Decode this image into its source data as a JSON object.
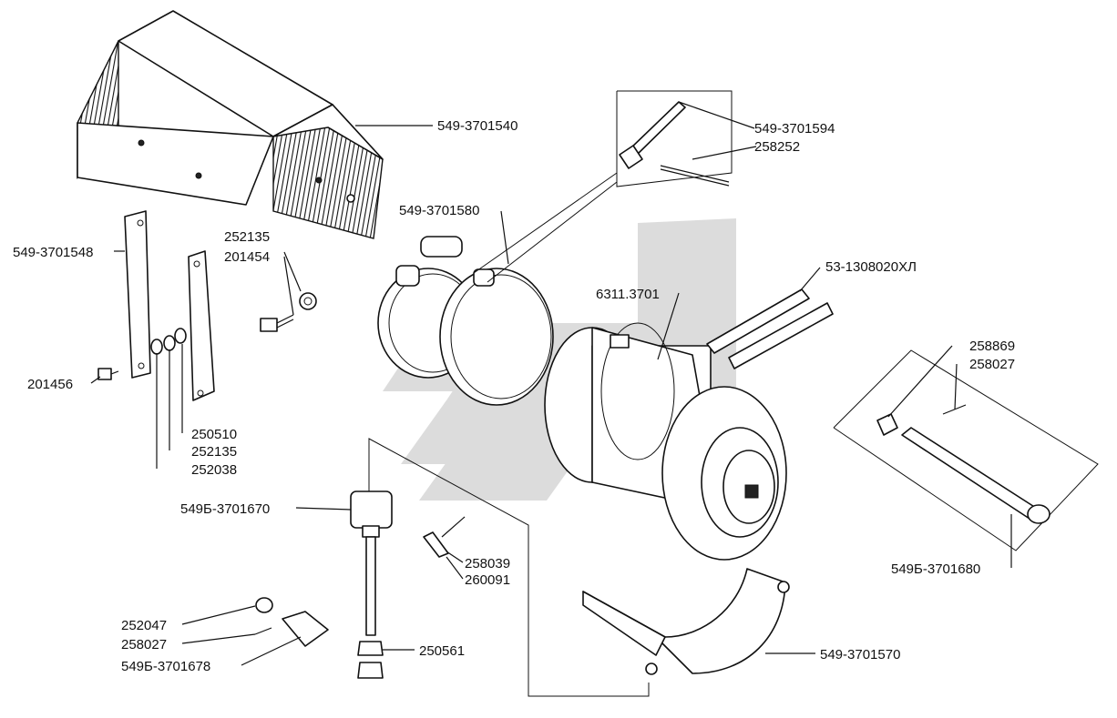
{
  "labels": {
    "cover": "549-3701540",
    "bolt_594": "549-3701594",
    "pin_252": "258252",
    "strap_580": "549-3701580",
    "bar_548": "549-3701548",
    "washer_252135_top": "252135",
    "washer_201454": "201454",
    "shims": "53-1308020ХЛ",
    "alternator": "6311.3701",
    "screw_201456": "201456",
    "nut_258869": "258869",
    "pin_258027_right": "258027",
    "washer_250510": "250510",
    "washer_252135_bottom": "252135",
    "washer_252038": "252038",
    "bolt_680": "549Б-3701680",
    "rod_670": "549Б-3701670",
    "pin_258039": "258039",
    "pin_260091": "260091",
    "washer_252047": "252047",
    "pin_258027_left": "258027",
    "fork_678": "549Б-3701678",
    "nut_250561": "250561",
    "bracket_570": "549-3701570"
  },
  "colors": {
    "ink": "#111111",
    "watermark": "#d9d9d9"
  }
}
